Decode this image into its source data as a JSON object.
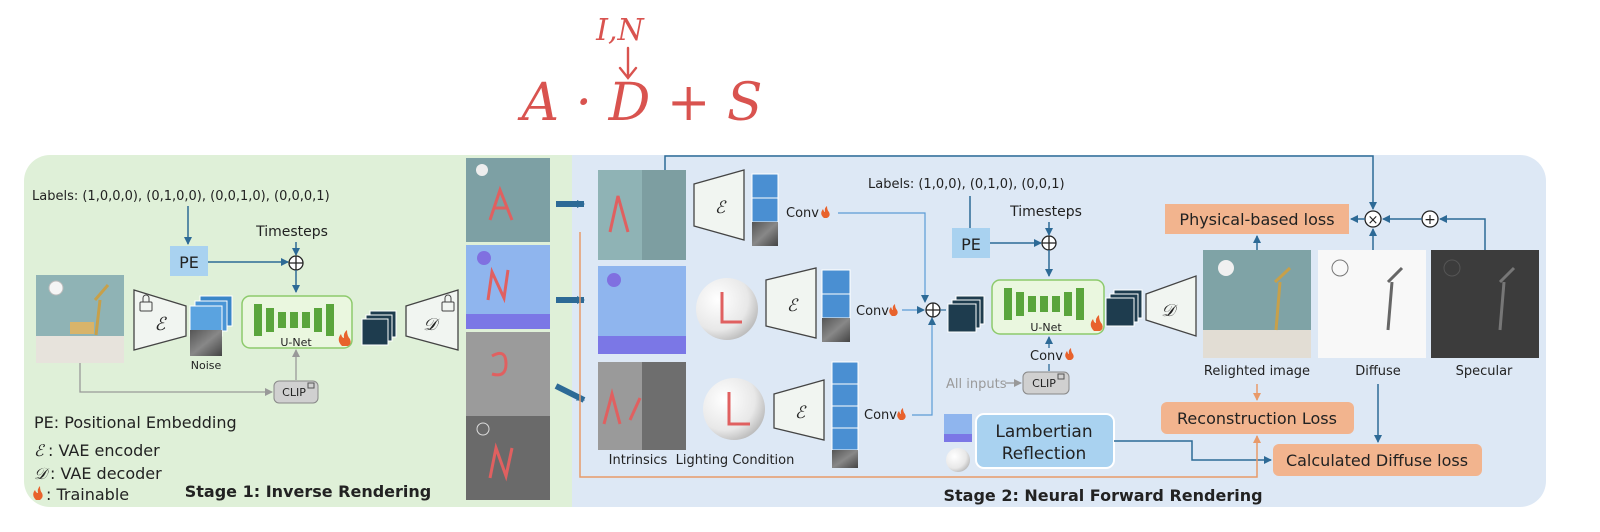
{
  "handwritten": {
    "top": "I,N",
    "bottom": "A · D + S"
  },
  "stage1": {
    "title": "Stage 1: Inverse Rendering",
    "labels": "Labels: (1,0,0,0), (0,1,0,0), (0,0,1,0), (0,0,0,1)",
    "pe": "PE",
    "timesteps": "Timesteps",
    "noise": "Noise",
    "unet": "U-Net",
    "clip": "CLIP",
    "encoder_symbol": "ℰ",
    "decoder_symbol": "𝒟"
  },
  "legend": {
    "pe": "PE: Positional Embedding",
    "enc_symbol": "ℰ",
    "enc": ": VAE encoder",
    "dec_symbol": "𝒟",
    "dec": ": VAE decoder",
    "train": ": Trainable"
  },
  "stage2": {
    "title": "Stage 2: Neural Forward Rendering",
    "labels": "Labels: (1,0,0), (0,1,0), (0,0,1)",
    "timesteps": "Timesteps",
    "pe": "PE",
    "conv": "Conv",
    "unet": "U-Net",
    "clip": "CLIP",
    "all_inputs": "All inputs",
    "intrinsics": "Intrinsics",
    "lighting": "Lighting Condition",
    "lambertian_line1": "Lambertian",
    "lambertian_line2": "Reflection",
    "relighted": "Relighted image",
    "diffuse": "Diffuse",
    "specular": "Specular",
    "physical_loss": "Physical-based loss",
    "recon_loss": "Reconstruction Loss",
    "diffuse_loss": "Calculated Diffuse loss",
    "times_symbol": "×",
    "plus_symbol": "+"
  },
  "colors": {
    "stage1_bg": "#dff0d8",
    "stage2_bg": "#dde8f5",
    "loss_box": "#f2b48e",
    "pe_box": "#a9d2f0",
    "unet_green": "#5aa53c",
    "arrow_blue": "#2d6a96",
    "arrow_orange": "#e89a6a",
    "annotation_red": "#d9534f"
  }
}
